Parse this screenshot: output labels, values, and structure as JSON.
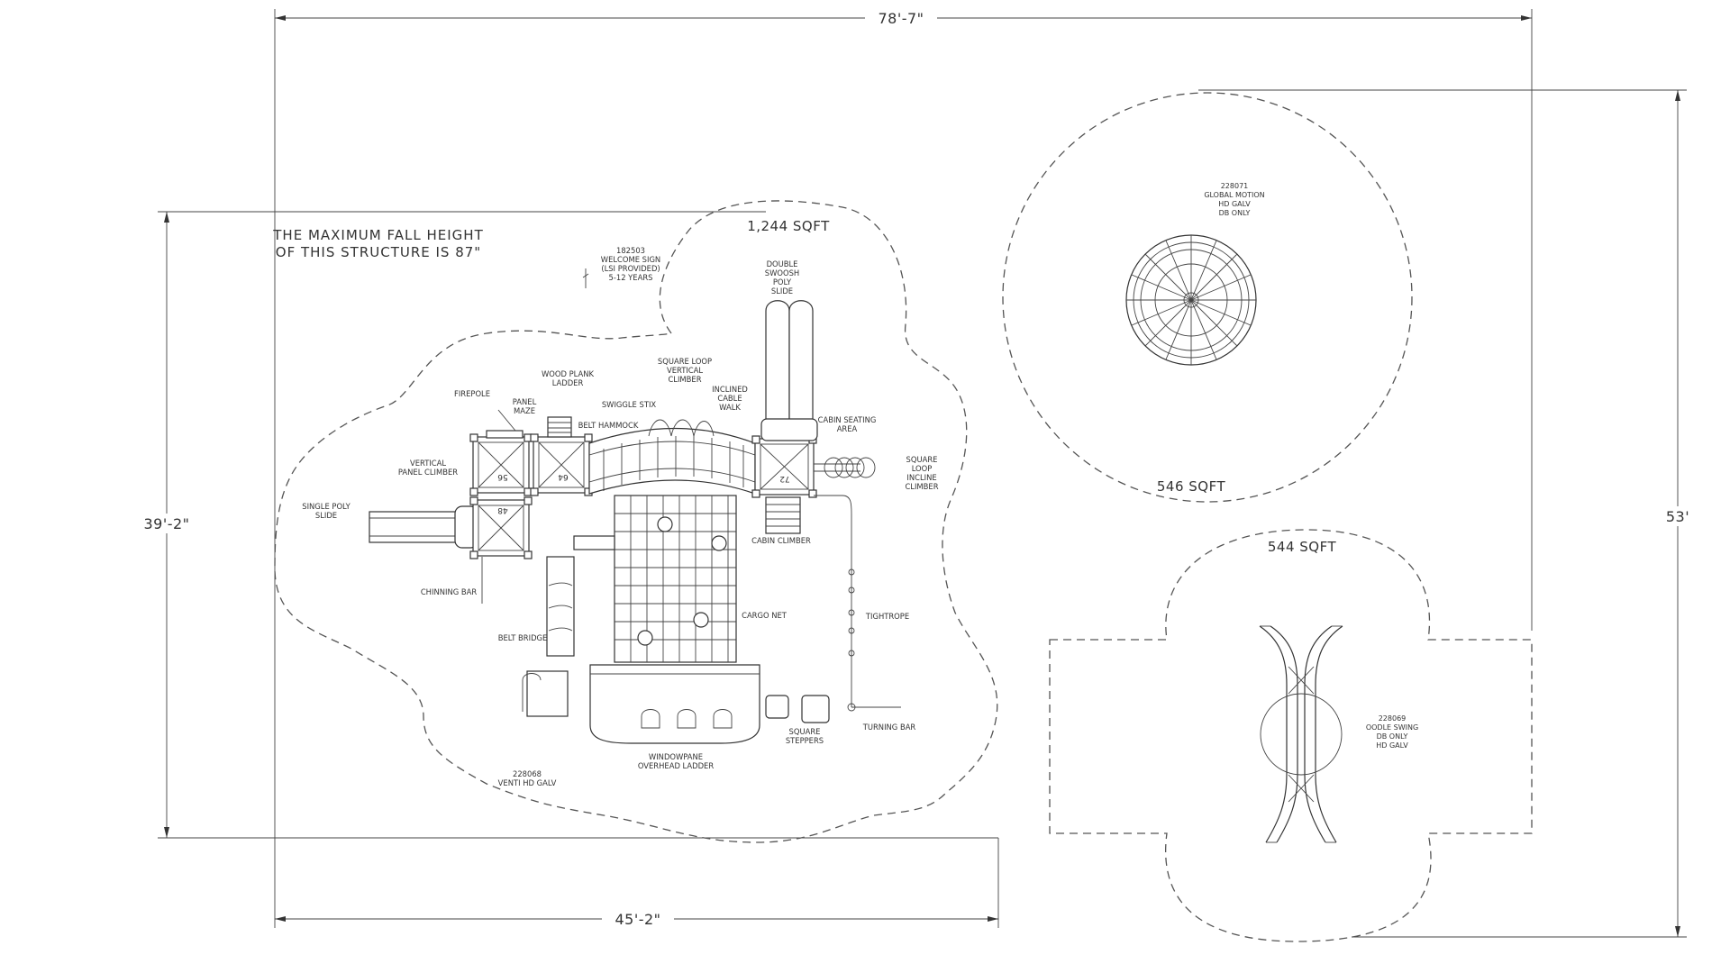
{
  "dimensions": {
    "top_width": "78'-7\"",
    "bottom_width": "45'-2\"",
    "left_height": "39'-2\"",
    "right_height": "53'"
  },
  "notes": {
    "fall_height_line1": "THE MAXIMUM FALL HEIGHT",
    "fall_height_line2": "OF THIS STRUCTURE IS 87\""
  },
  "areas": {
    "main": "1,244 SQFT",
    "global_motion": "546 SQFT",
    "swing": "544 SQFT"
  },
  "components": {
    "welcome_sign": [
      "182503",
      "WELCOME SIGN",
      "(LSI PROVIDED)",
      "5-12 YEARS"
    ],
    "double_swoosh": [
      "DOUBLE",
      "SWOOSH",
      "POLY",
      "SLIDE"
    ],
    "wood_plank": [
      "WOOD PLANK",
      "LADDER"
    ],
    "square_loop_vertical": [
      "SQUARE LOOP",
      "VERTICAL",
      "CLIMBER"
    ],
    "inclined_cable": [
      "INCLINED",
      "CABLE",
      "WALK"
    ],
    "firepole": [
      "FIREPOLE"
    ],
    "panel_maze": [
      "PANEL",
      "MAZE"
    ],
    "swiggle_stix": [
      "SWIGGLE STIX"
    ],
    "belt_hammock": [
      "BELT HAMMOCK"
    ],
    "cabin_seating": [
      "CABIN SEATING",
      "AREA"
    ],
    "square_loop_incline": [
      "SQUARE",
      "LOOP",
      "INCLINE",
      "CLIMBER"
    ],
    "vertical_panel": [
      "VERTICAL",
      "PANEL CLIMBER"
    ],
    "single_poly": [
      "SINGLE POLY",
      "SLIDE"
    ],
    "cabin_climber": [
      "CABIN CLIMBER"
    ],
    "chinning_bar": [
      "CHINNING BAR"
    ],
    "tightrope": [
      "TIGHTROPE"
    ],
    "cargo_net": [
      "CARGO NET"
    ],
    "belt_bridge": [
      "BELT BRIDGE"
    ],
    "square_steppers": [
      "SQUARE",
      "STEPPERS"
    ],
    "turning_bar": [
      "TURNING BAR"
    ],
    "windowpane": [
      "WINDOWPANE",
      "OVERHEAD LADDER"
    ],
    "venti": [
      "228068",
      "VENTI HD GALV"
    ],
    "global_motion": [
      "228071",
      "GLOBAL MOTION",
      "HD GALV",
      "DB ONLY"
    ],
    "oodle_swing": [
      "228069",
      "OODLE SWING",
      "DB ONLY",
      "HD GALV"
    ]
  },
  "deck_numbers": {
    "d1": "56",
    "d2": "64",
    "d3": "72",
    "d4": "48"
  }
}
